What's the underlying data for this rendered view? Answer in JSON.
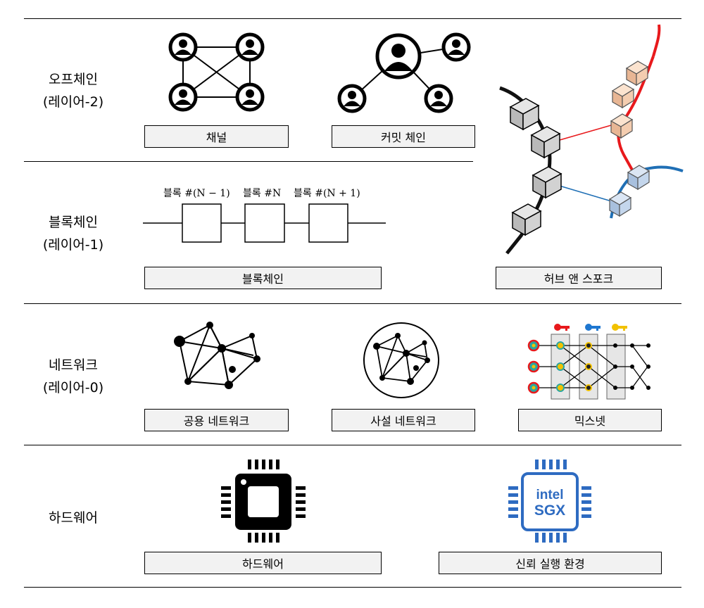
{
  "layers": [
    {
      "name": "오프체인",
      "sub": "(레이어-2)"
    },
    {
      "name": "블록체인",
      "sub": "(레이어-1)"
    },
    {
      "name": "네트워크",
      "sub": "(레이어-0)"
    },
    {
      "name": "하드웨어",
      "sub": ""
    }
  ],
  "boxes": {
    "channel": "채널",
    "commit_chain": "커밋 체인",
    "blockchain": "블록체인",
    "hub_spoke": "허브 앤 스포크",
    "public_network": "공용 네트워크",
    "private_network": "사설 네트워크",
    "mixnet": "믹스넷",
    "hardware": "하드웨어",
    "tee": "신뢰 실행 환경"
  },
  "block_labels": [
    "블록 #(N − 1)",
    "블록 #N",
    "블록 #(N + 1)"
  ],
  "sgx": {
    "line1": "intel",
    "line2": "SGX"
  },
  "colors": {
    "red_chain": "#e8191c",
    "blue_chain": "#1f6fb5",
    "key_red": "#e8191c",
    "key_blue": "#1f77d0",
    "key_yellow": "#f2c200",
    "intel_blue": "#2e6bc1",
    "box_fill": "#f2f2f2"
  }
}
